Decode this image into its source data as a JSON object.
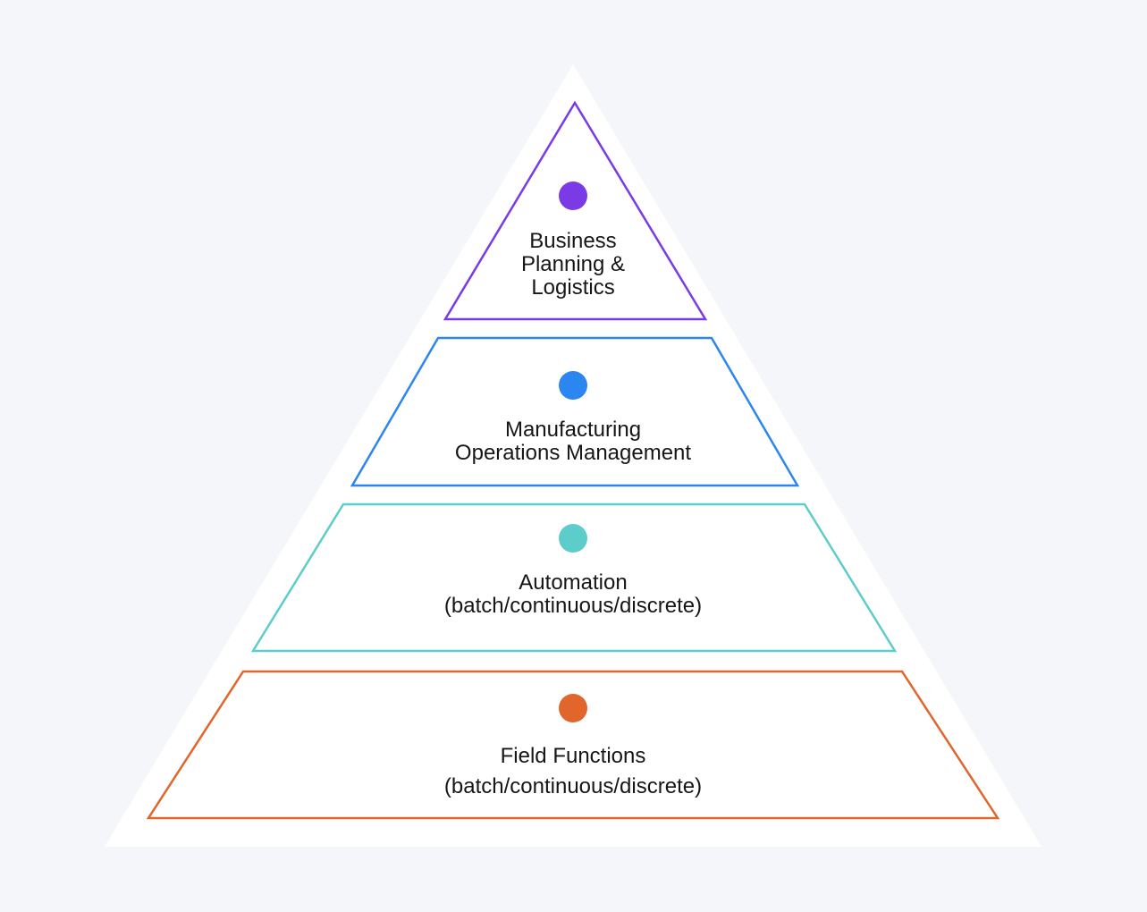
{
  "levels": [
    {
      "name": "business",
      "color": "#7a3ae6",
      "lines": [
        "Business",
        "Planning &",
        "Logistics"
      ]
    },
    {
      "name": "manufacturing",
      "color": "#2b86f0",
      "lines": [
        "Manufacturing",
        "Operations Management"
      ]
    },
    {
      "name": "automation",
      "color": "#5ccdcb",
      "lines": [
        "Automation",
        "(batch/continuous/discrete)"
      ]
    },
    {
      "name": "field",
      "color": "#e0662b",
      "lines": [
        "Field Functions",
        "(batch/continuous/discrete)"
      ]
    }
  ]
}
